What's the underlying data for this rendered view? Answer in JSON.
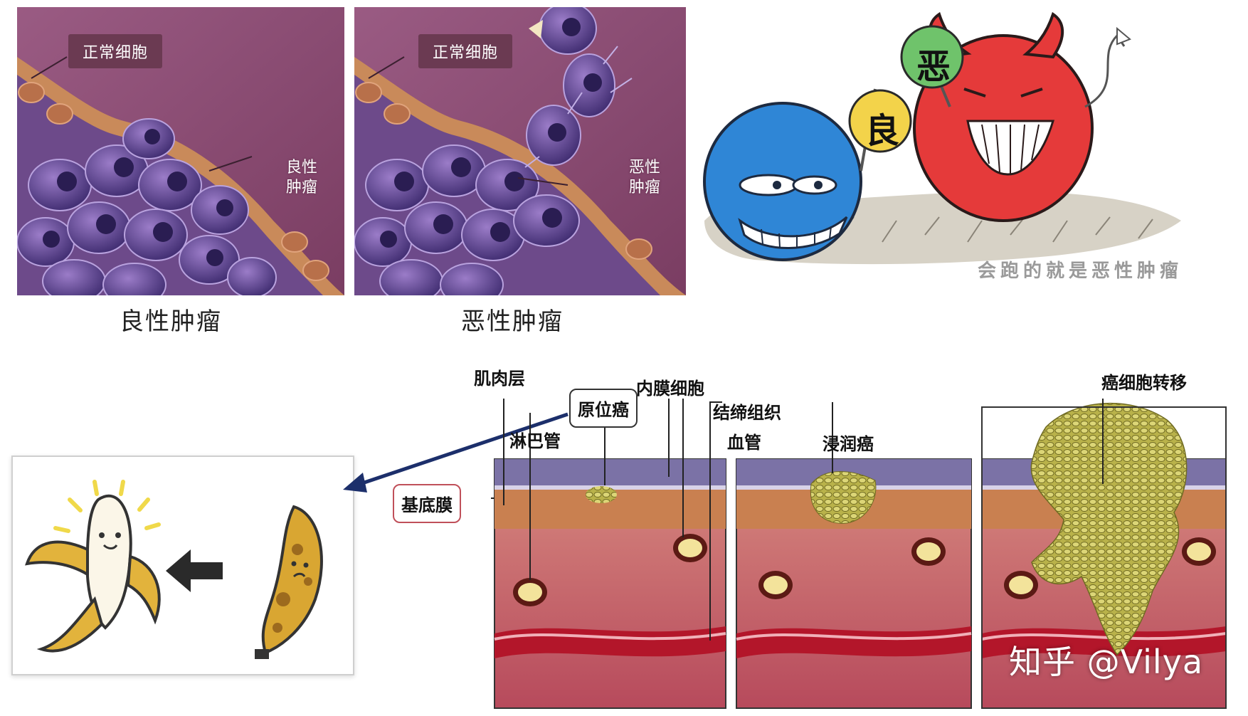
{
  "panels": {
    "benign": {
      "normal_cell_label": "正常细胞",
      "tumor_label_line1": "良性",
      "tumor_label_line2": "肿瘤",
      "caption": "良性肿瘤"
    },
    "malignant": {
      "normal_cell_label": "正常细胞",
      "tumor_label_line1": "恶性",
      "tumor_label_line2": "肿瘤",
      "caption": "恶性肿瘤"
    }
  },
  "cartoon": {
    "benign_sign": "良",
    "malignant_sign": "恶",
    "caption": "会跑的就是恶性肿瘤"
  },
  "tissue_diagram": {
    "muscle_layer": "肌肉层",
    "carcinoma_in_situ": "原位癌",
    "endothelial_cells": "内膜细胞",
    "connective_tissue": "结缔组织",
    "lymph_vessel": "淋巴管",
    "blood_vessel": "血管",
    "basement_membrane": "基底膜",
    "invasive_cancer": "浸润癌",
    "metastasis": "癌细胞转移"
  },
  "watermark": "知乎 @Vilya",
  "colors": {
    "tissue_purple": "#8a4e74",
    "cell_purple": "#5b3f8f",
    "devil_red": "#e53a3a",
    "blue_ball": "#2f86d6",
    "cancer_green": "#c9c25a",
    "blood_red": "#b3162a",
    "arrow_navy": "#1c2f6b"
  }
}
